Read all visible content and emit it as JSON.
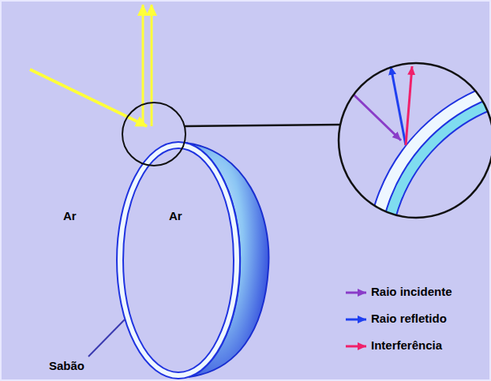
{
  "diagram": {
    "labels": [
      "Ar",
      "Ar",
      "Sabão"
    ],
    "legend": [
      {
        "text": "Raio incidente"
      },
      {
        "text": "Raio refletido"
      },
      {
        "text": "Interferência"
      }
    ]
  }
}
